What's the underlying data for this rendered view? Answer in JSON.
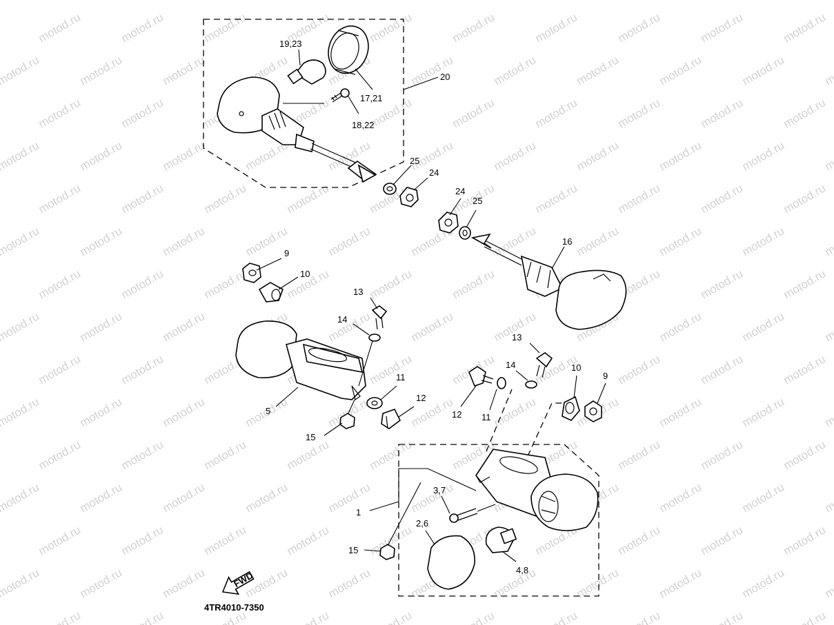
{
  "watermark": "motod.ru",
  "drawing_code": "4TR4010-7350",
  "fwd_label": "FWD",
  "callouts": {
    "c19_23": "19,23",
    "c17_21": "17,21",
    "c18_22": "18,22",
    "c20": "20",
    "c25_left": "25",
    "c24_left": "24",
    "c24_right": "24",
    "c25_right": "25",
    "c16": "16",
    "c9_left": "9",
    "c10_left": "10",
    "c13_left": "13",
    "c14_left": "14",
    "c11_left": "11",
    "c12_left": "12",
    "c5": "5",
    "c15_left": "15",
    "c13_right": "13",
    "c14_right": "14",
    "c10_right": "10",
    "c9_right": "9",
    "c12_right": "12",
    "c11_right": "11",
    "c1": "1",
    "c3_7": "3,7",
    "c2_6": "2,6",
    "c15_right": "15",
    "c4_8": "4,8"
  }
}
